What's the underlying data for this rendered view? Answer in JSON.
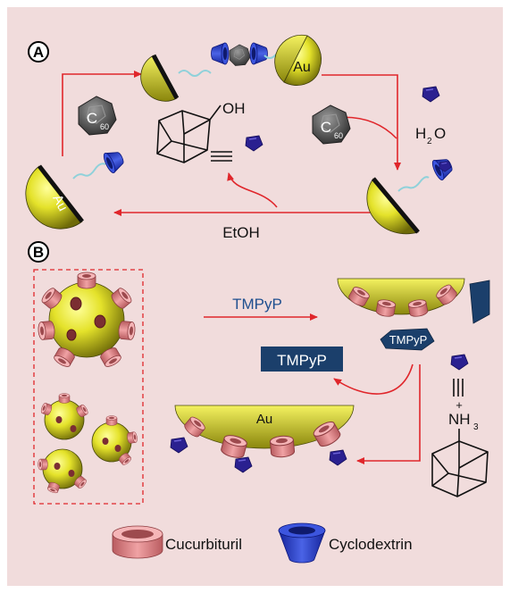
{
  "panels": {
    "a": {
      "label": "A"
    },
    "b": {
      "label": "B"
    }
  },
  "panel_a": {
    "au_top": "Au",
    "au_left": "Au",
    "c60_left": {
      "c": "C",
      "sub": "60"
    },
    "c60_right": {
      "c": "C",
      "sub": "60"
    },
    "oh": "OH",
    "water": {
      "h": "H",
      "sub": "2",
      "o": "O"
    },
    "ethanol": "EtOH"
  },
  "panel_b": {
    "arrow_label": "TMPyP",
    "bound_guest": "TMPyP",
    "released_guest": "TMPyP",
    "au_bottom": "Au",
    "amine": {
      "nh": "NH",
      "sub": "3",
      "plus": "+"
    }
  },
  "legend": {
    "cucurbituril": "Cucurbituril",
    "cyclodextrin": "Cyclodextrin"
  },
  "colors": {
    "background": "#f1dcdc",
    "arrow": "#e0262b",
    "gold": "#e4e22a",
    "cucurbituril": "#e9868a",
    "cyclodextrin": "#2840c8",
    "tmpyp_box": "#1b3f6b",
    "tmpyp_text": "#1f4f8f",
    "c60": "#555555"
  }
}
